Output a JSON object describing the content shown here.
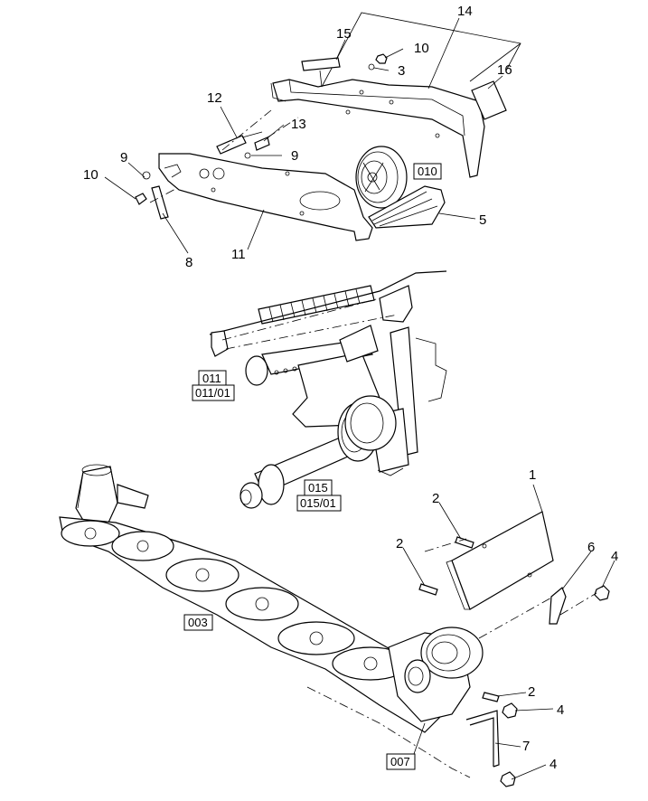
{
  "callouts": {
    "c1": "1",
    "c2a": "2",
    "c2b": "2",
    "c2c": "2",
    "c3": "3",
    "c4a": "4",
    "c4b": "4",
    "c4c": "4",
    "c5": "5",
    "c6": "6",
    "c7": "7",
    "c8": "8",
    "c9a": "9",
    "c9b": "9",
    "c10a": "10",
    "c10b": "10",
    "c11": "11",
    "c12": "12",
    "c13": "13",
    "c14": "14",
    "c15": "15",
    "c16": "16"
  },
  "references": {
    "r010": "010",
    "r011": "011",
    "r01101": "011/01",
    "r015": "015",
    "r01501": "015/01",
    "r003": "003",
    "r007": "007"
  }
}
